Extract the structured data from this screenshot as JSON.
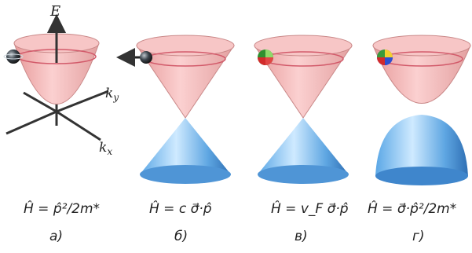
{
  "axes": {
    "energy": "E",
    "ky": "k",
    "ky_sub": "y",
    "kx": "k",
    "kx_sub": "x"
  },
  "panels": [
    {
      "id": "a",
      "formula": "Ĥ = p̂²/2m*",
      "caption": "а)"
    },
    {
      "id": "b",
      "formula": "Ĥ = c σ⃗·p̂",
      "caption": "б)"
    },
    {
      "id": "c",
      "formula": "Ĥ = v_F σ⃗·p̂",
      "caption": "в)"
    },
    {
      "id": "d",
      "formula": "Ĥ = σ⃗·p̂²/2m*",
      "caption": "г)"
    }
  ],
  "colors": {
    "upper_cone": "#f3b5b5",
    "upper_cone_edge": "#c98888",
    "rim_line": "#d25a6a",
    "lower_cone_light": "#cfeaff",
    "lower_cone_dark": "#2f7cc8",
    "axes": "#333333"
  },
  "icons": [
    "electron-sphere-icon",
    "spin-arrow-icon",
    "colored-pseudospin-sphere-icon",
    "multicolor-pseudospin-sphere-icon"
  ]
}
